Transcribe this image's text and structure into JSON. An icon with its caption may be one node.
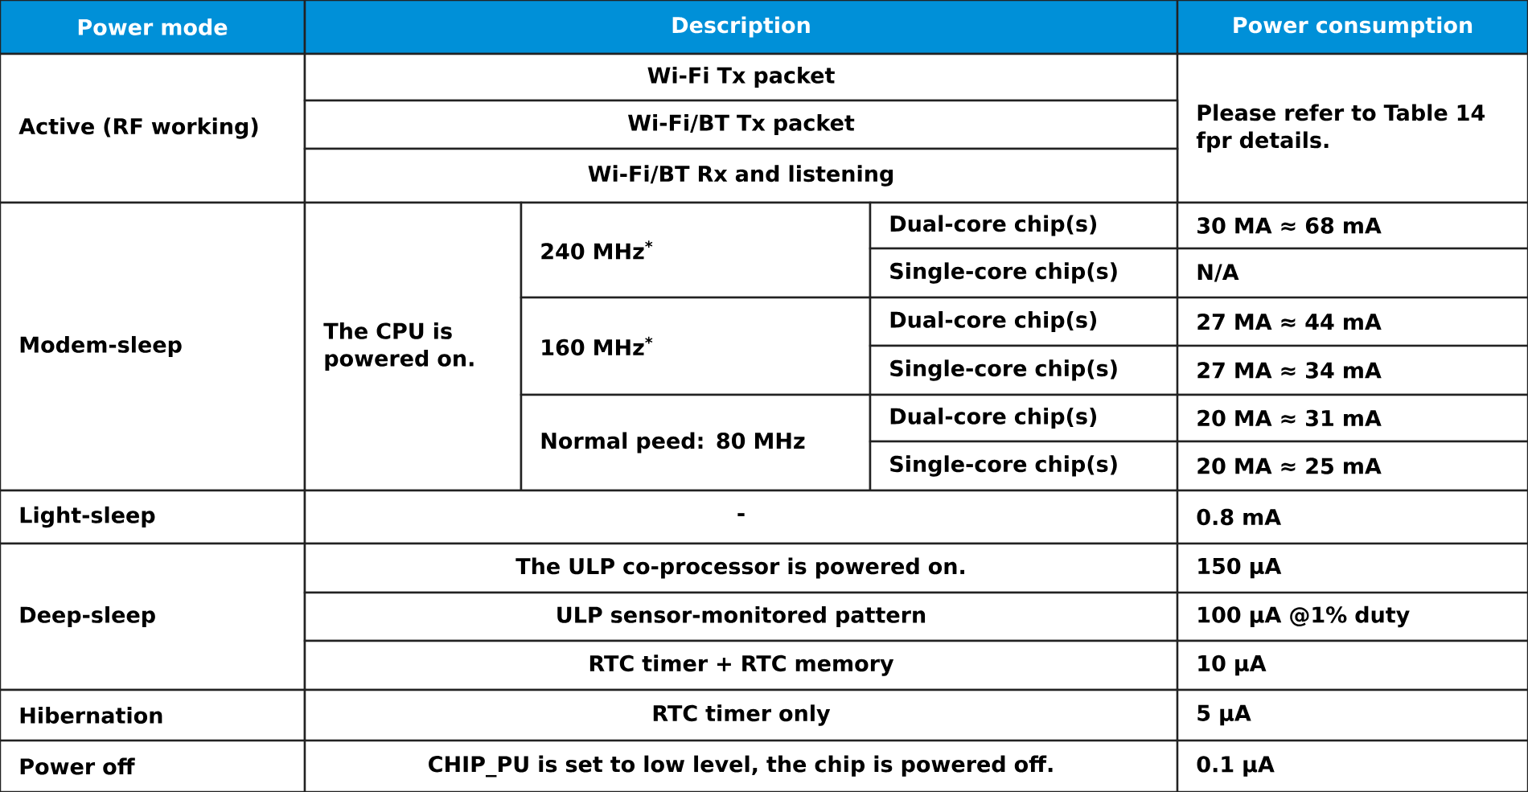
{
  "diagram": {
    "labels": [
      "Power mode",
      "Description",
      "Power consumption",
      "Active (RF working)",
      "Wi-Fi Tx packet",
      "Please refer to Table 14 fpr details.",
      "Wi-Fi/BT Tx packet",
      "Wi-Fi/BT Rx and listening",
      "Modem-sleep",
      "The CPU is powered on.",
      "240 MHz$^{*}$",
      "Dual-core chip(s)",
      "30 MA ≈ 68 mA",
      "Single-core chip(s)",
      "N/A",
      "160 MHz$^{*}$",
      "Dual-core chip(s)",
      "27 MA ≈ 44 mA",
      "Single-core chip(s)",
      "27 MA ≈ 34 mA",
      "Normal peed: 80 MHz",
      "Dual-core chip(s)",
      "20 MA ≈ 31 mA",
      "Single-core chip(s)",
      "20 MA ≈ 25 mA",
      "Light-sleep",
      "-",
      "0.8 mA",
      "Deep-sleep",
      "The ULP co-processor is powered on.",
      "150 µA",
      "ULP sensor-monitored pattern",
      "100 µA @1% duty",
      "RTC timer + RTC memory",
      "10 µA",
      "Hibernation",
      "RTC timer only",
      "5 µA",
      "Power off",
      "CHIP_PU is set to low level, the chip is powered off.",
      "0.1 µA"
    ]
  }
}
